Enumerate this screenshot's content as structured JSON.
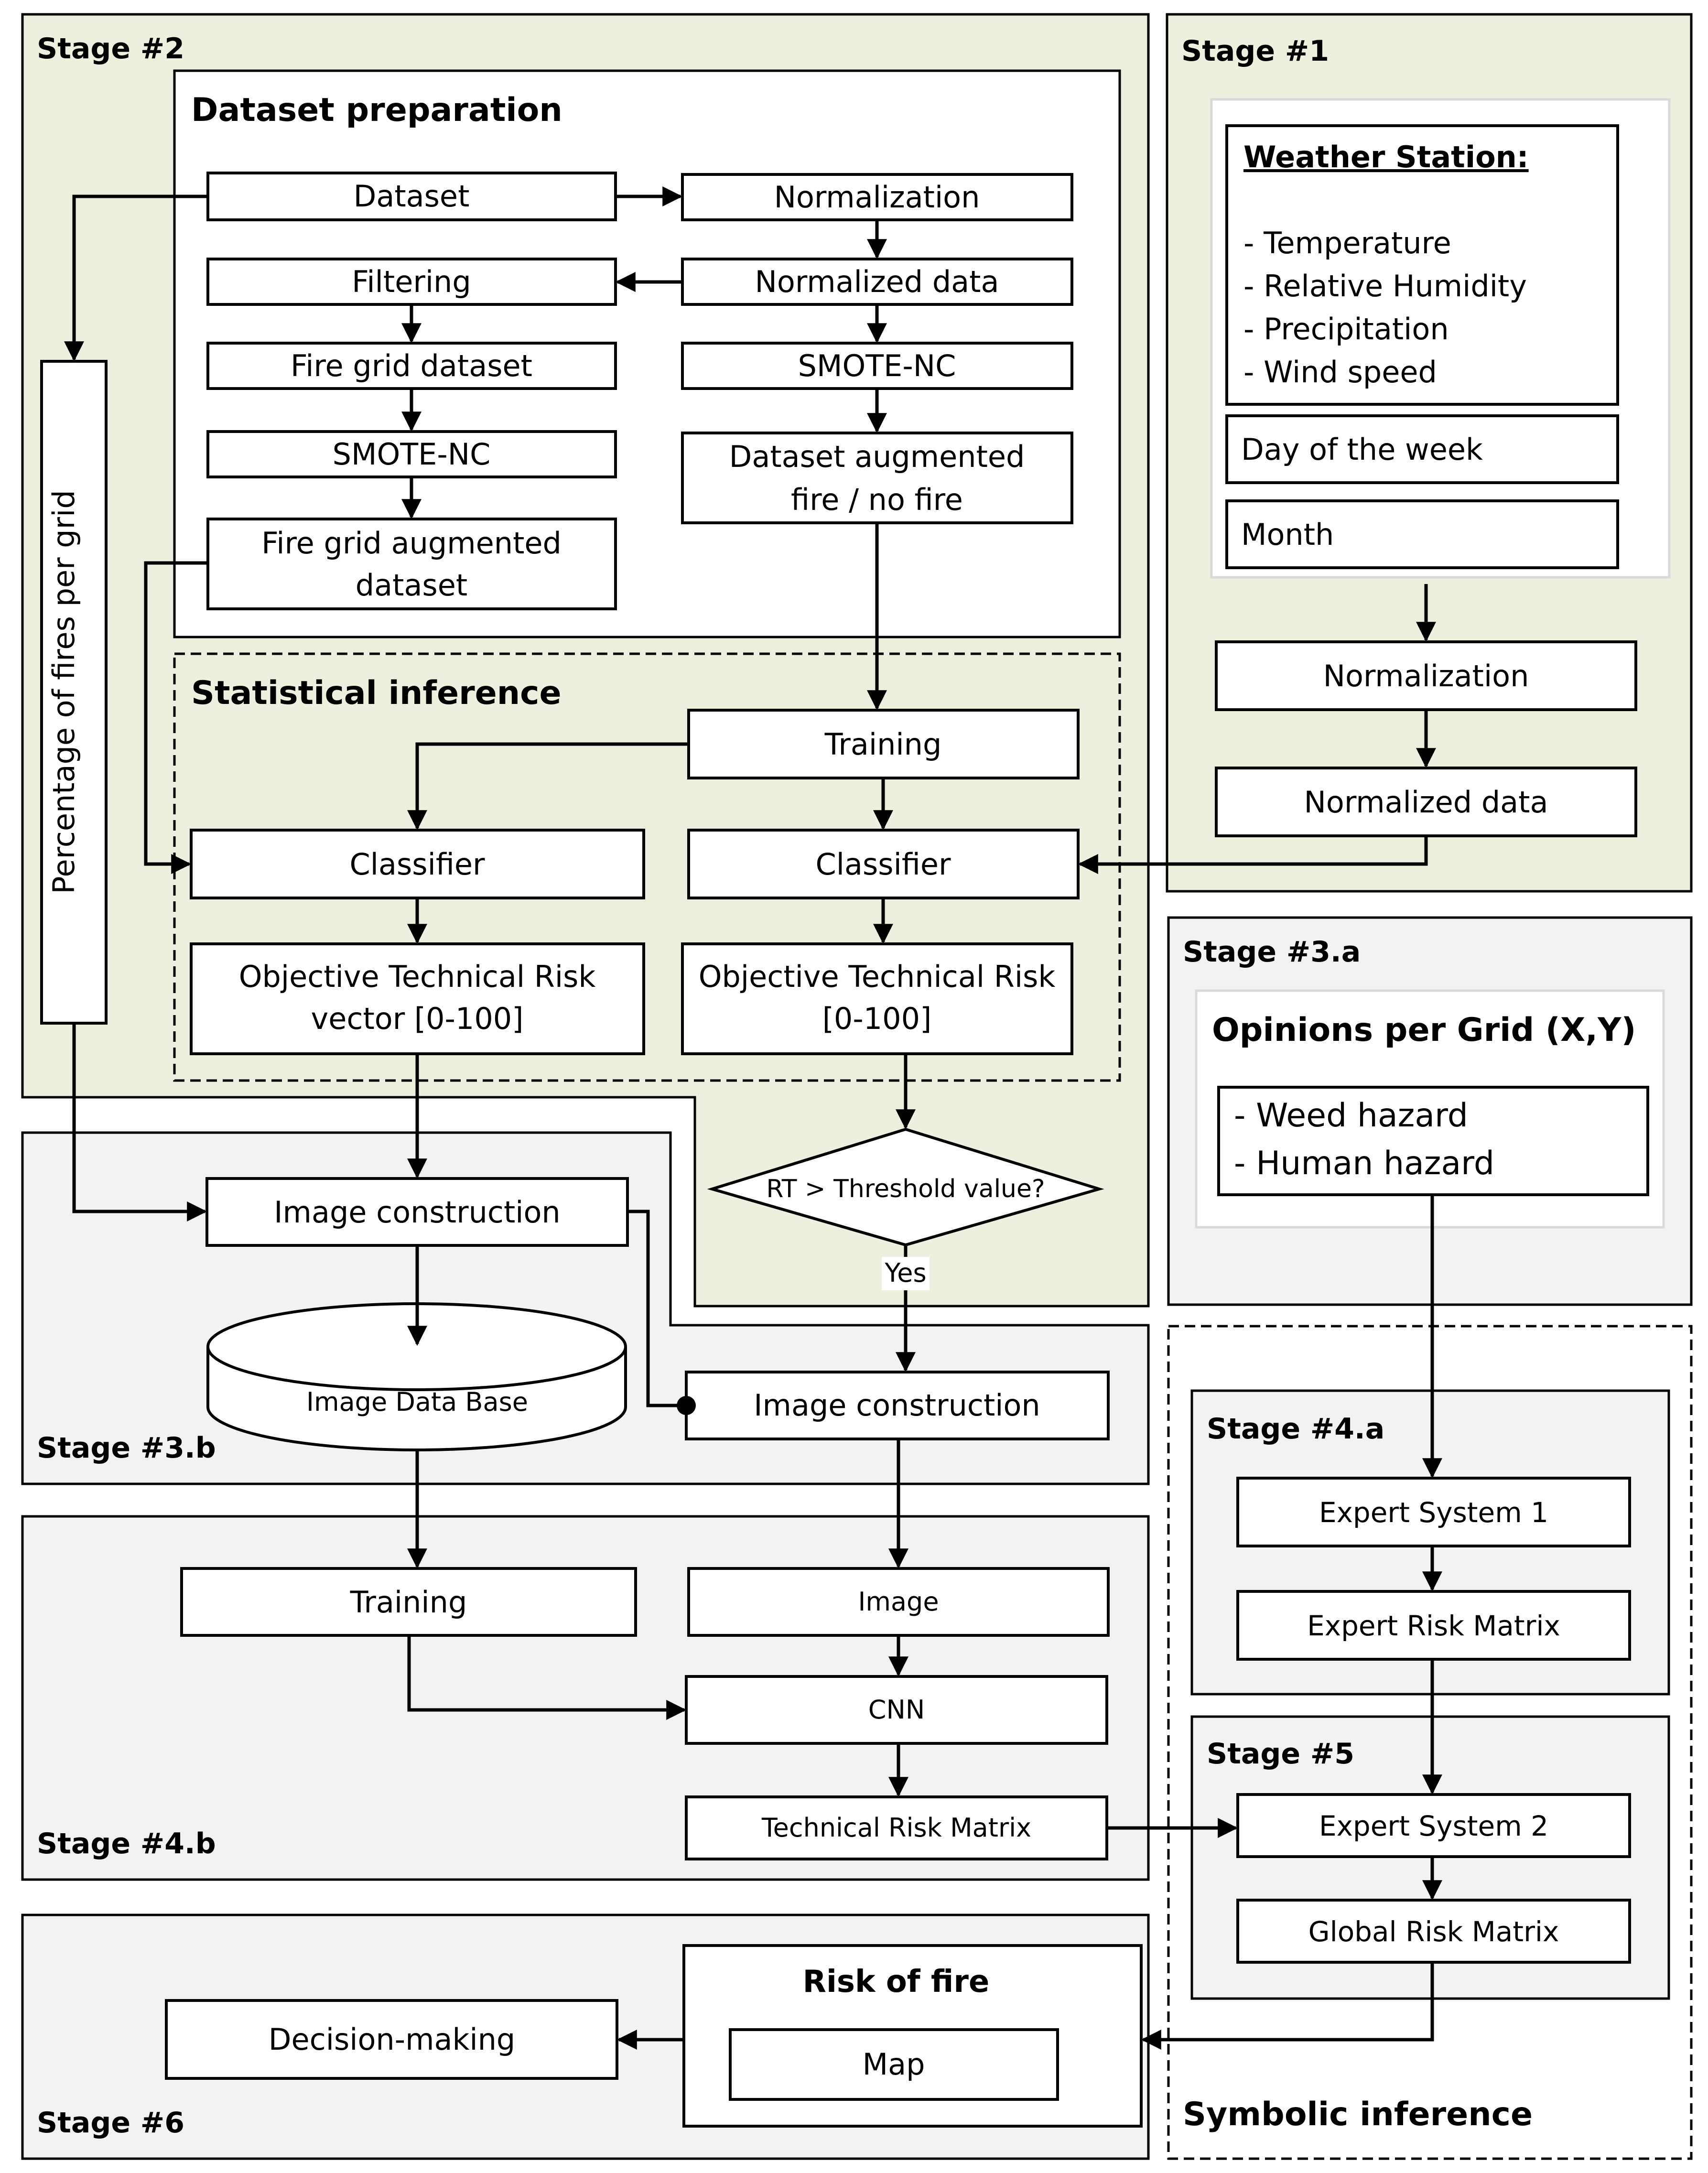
{
  "colors": {
    "stage_green": "#ebf1de",
    "stage_gray": "#f2f2f2",
    "box_fill": "#ffffff",
    "stroke": "#000000",
    "inner_panel_stroke": "#d9d9d9"
  },
  "stage1": {
    "label": "Stage #1",
    "weather_title": "Weather Station:",
    "weather_items": [
      "- Temperature",
      "- Relative Humidity",
      "- Precipitation",
      "- Wind speed"
    ],
    "day_of_week": "Day of the week",
    "month": "Month",
    "normalization": "Normalization",
    "normalized_data": "Normalized data"
  },
  "stage2": {
    "label": "Stage #2",
    "vertical_label": "Percentage of fires per grid",
    "dataset_preparation": {
      "title": "Dataset preparation",
      "dataset": "Dataset",
      "normalization": "Normalization",
      "filtering": "Filtering",
      "normalized_data": "Normalized data",
      "fire_grid_dataset": "Fire grid dataset",
      "smote_left": "SMOTE-NC",
      "smote_right": "SMOTE-NC",
      "fire_grid_augmented": [
        "Fire grid augmented",
        "dataset"
      ],
      "dataset_augmented": [
        "Dataset augmented",
        "fire / no fire"
      ]
    },
    "statistical_inference": {
      "title": "Statistical inference",
      "training": "Training",
      "classifier_left": "Classifier",
      "classifier_right": "Classifier",
      "otr_vector": [
        "Objective Technical Risk",
        "vector [0-100]"
      ],
      "otr": [
        "Objective Technical Risk",
        "[0-100]"
      ]
    },
    "decision": "RT > Threshold value?",
    "yes": "Yes"
  },
  "stage3a": {
    "label": "Stage #3.a",
    "opinions_title": "Opinions per Grid (X,Y)",
    "hazards": [
      "- Weed hazard",
      "- Human hazard"
    ]
  },
  "stage3b": {
    "label": "Stage #3.b",
    "image_construction_left": "Image construction",
    "image_database": "Image Data Base",
    "image_construction_right": "Image construction"
  },
  "stage4a": {
    "label": "Stage #4.a",
    "expert_system_1": "Expert System 1",
    "expert_risk_matrix": "Expert Risk Matrix"
  },
  "stage4b": {
    "label": "Stage #4.b",
    "training": "Training",
    "image": "Image",
    "cnn": "CNN",
    "technical_risk_matrix": "Technical Risk Matrix"
  },
  "stage5": {
    "label": "Stage #5",
    "expert_system_2": "Expert System 2",
    "global_risk_matrix": "Global Risk Matrix"
  },
  "stage6": {
    "label": "Stage #6",
    "decision_making": "Decision-making",
    "risk_of_fire": "Risk of fire",
    "map": "Map"
  },
  "symbolic_inference": "Symbolic inference"
}
